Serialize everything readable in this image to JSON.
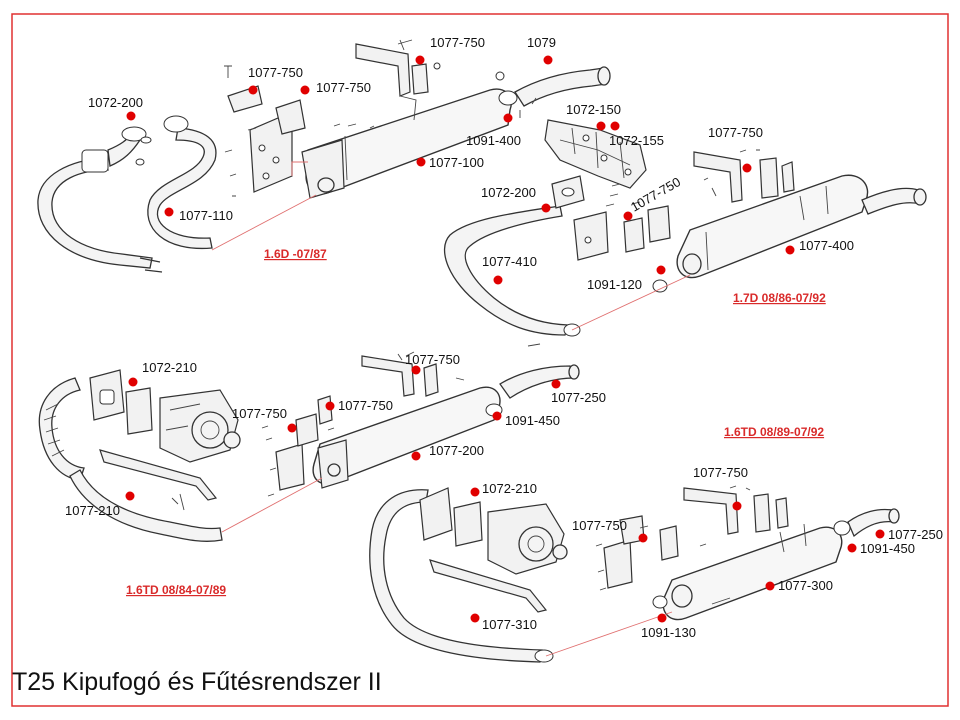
{
  "title": "T25 Kipufogó és Fűtésrendszer II",
  "sections": {
    "s1": "1.6D -07/87",
    "s2": "1.7D 08/86-07/92",
    "s3": "1.6TD 08/89-07/92",
    "s4": "1.6TD 08/84-07/89"
  },
  "callouts": [
    "1072-200",
    "1077-750",
    "1077-750",
    "1077-750",
    "1079",
    "1091-400",
    "1077-100",
    "1077-110",
    "1072-150",
    "1072-155",
    "1077-750",
    "1077-750",
    "1072-200",
    "1077-410",
    "1077-400",
    "1091-120",
    "1072-210",
    "1077-750",
    "1077-750",
    "1077-750",
    "1091-450",
    "1077-250",
    "1077-200",
    "1077-210",
    "1072-210",
    "1077-750",
    "1077-750",
    "1077-250",
    "1091-450",
    "1077-300",
    "1077-310",
    "1091-130"
  ],
  "colors": {
    "callout_dot": "#e00000",
    "section_label": "#d92a2a",
    "frame": "#e03030"
  }
}
